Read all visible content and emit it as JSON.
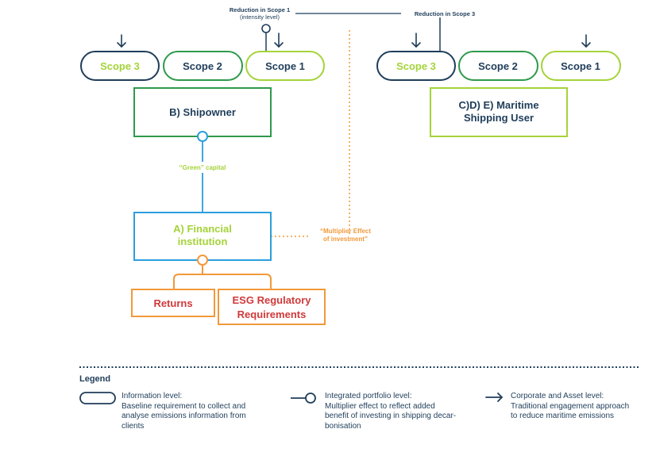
{
  "top_labels": {
    "scope1_line1": "Reduction in Scope 1",
    "scope1_line2": "(intensity level)",
    "scope3": "Reduction in Scope 3"
  },
  "left_scopes": [
    "Scope 3",
    "Scope 2",
    "Scope 1"
  ],
  "right_scopes": [
    "Scope 3",
    "Scope 2",
    "Scope 1"
  ],
  "shipowner": {
    "label": "B) Shipowner"
  },
  "maritime_user": {
    "line1": "C)D) E) Maritime",
    "line2": "Shipping User"
  },
  "green_capital": "“Green” capital",
  "financial_institution": {
    "line1": "A) Financial",
    "line2": "institution"
  },
  "multiplier": {
    "line1": "“Multiplier Effect",
    "line2": "of investment”"
  },
  "returns": "Returns",
  "esg": {
    "line1": "ESG Regulatory",
    "line2": "Requirements"
  },
  "legend": {
    "title": "Legend",
    "items": [
      {
        "icon": "pill-icon",
        "title": "Information level:",
        "lines": [
          "Baseline requirement to collect and",
          "analyse emissions information from",
          "clients"
        ]
      },
      {
        "icon": "circle-line-icon",
        "title": "Integrated portfolio level:",
        "lines": [
          "Multiplier effect to reflect added",
          "benefit of investing in shipping decar-",
          "bonisation"
        ]
      },
      {
        "icon": "arrow-icon",
        "title": "Corporate and Asset level:",
        "lines": [
          "Traditional engagement approach",
          "to reduce maritime emissions"
        ]
      }
    ]
  },
  "colors": {
    "navy": "#1f3d5a",
    "green": "#2e9a4c",
    "lime": "#a5d33a",
    "sky": "#2b9fdc",
    "orange": "#f2993a",
    "red": "#d0393a"
  }
}
